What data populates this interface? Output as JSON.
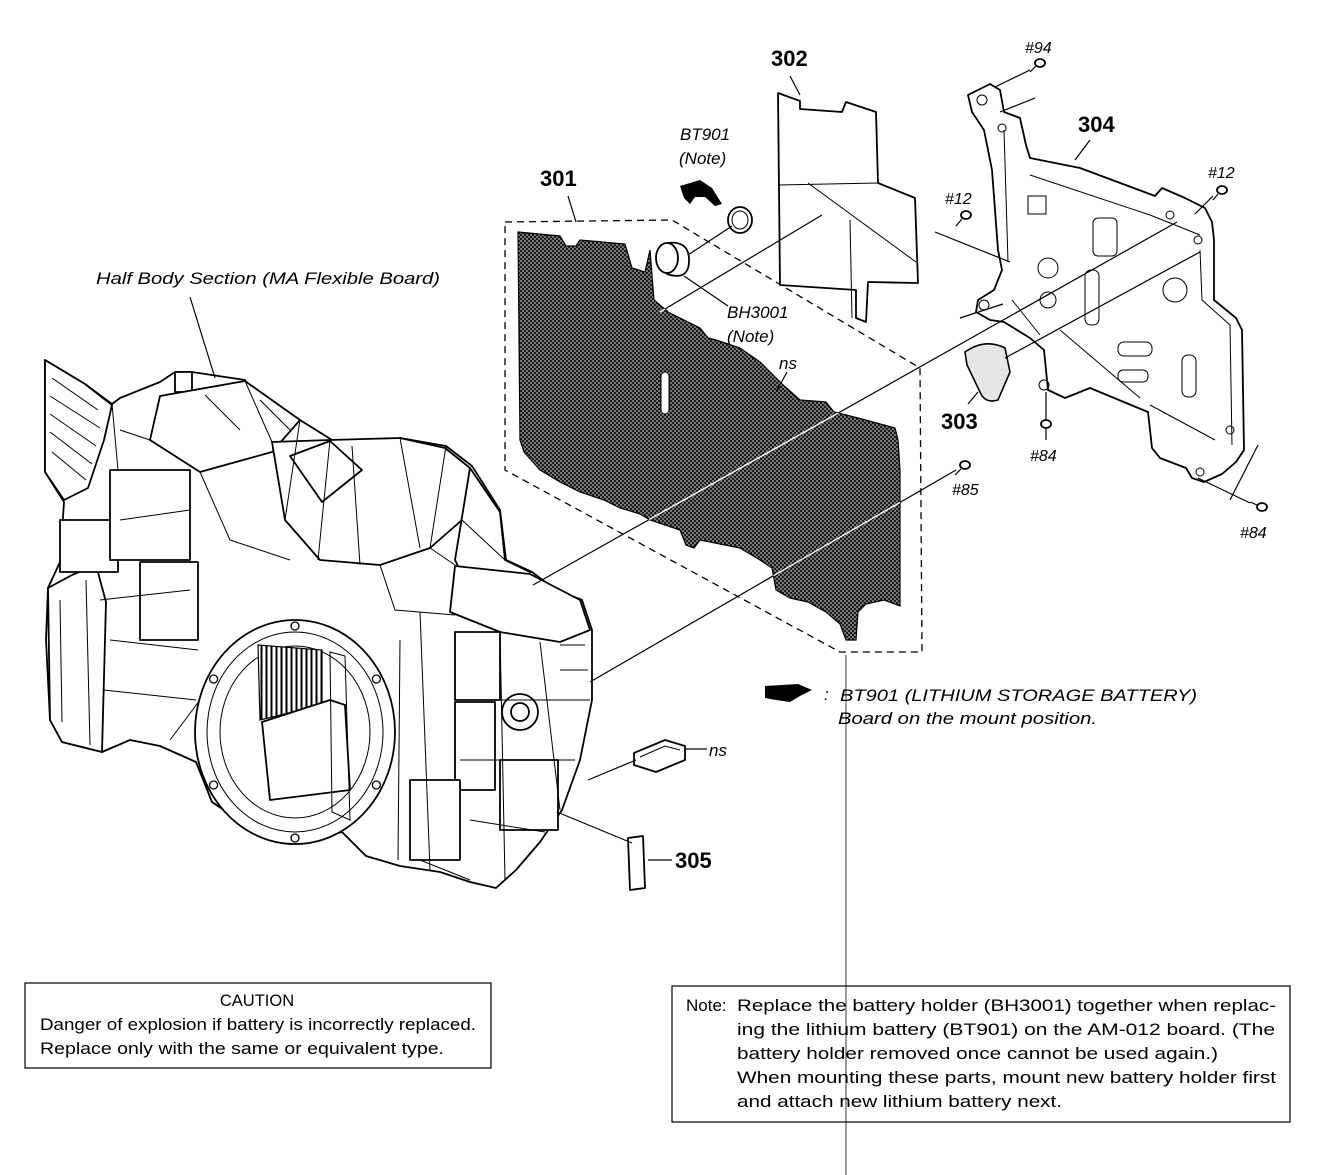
{
  "labels": {
    "part_302": "302",
    "bt901": "BT901",
    "bt901_note": "(Note)",
    "part_301": "301",
    "screw_94": "#94",
    "part_304": "304",
    "screw_12_right": "#12",
    "screw_12_left": "#12",
    "half_body_section": "Half Body Section (MA Flexible Board)",
    "bh3001": "BH3001",
    "bh3001_note": "(Note)",
    "ns_board": "ns",
    "part_303": "303",
    "screw_84_bottom": "#84",
    "screw_85": "#85",
    "screw_84_right": "#84",
    "ns_small_part": "ns",
    "part_305": "305"
  },
  "legend": {
    "icon": "pointing-hand-icon",
    "separator": ":",
    "line1": "BT901 (LITHIUM STORAGE BATTERY)",
    "line2": "Board on the mount position."
  },
  "caution": {
    "title": "CAUTION",
    "line1": "Danger of explosion if battery is incorrectly replaced.",
    "line2": "Replace only with the same or equivalent type."
  },
  "note": {
    "prefix": "Note:",
    "lines": [
      "Replace the battery holder (BH3001) together when replac-",
      "ing the lithium battery (BT901) on the AM-012 board. (The",
      "battery holder removed once cannot be used again.)",
      "When mounting these parts, mount new battery holder first",
      "and attach new lithium battery next."
    ]
  },
  "colors": {
    "ink": "#000000",
    "paper": "#ffffff"
  }
}
